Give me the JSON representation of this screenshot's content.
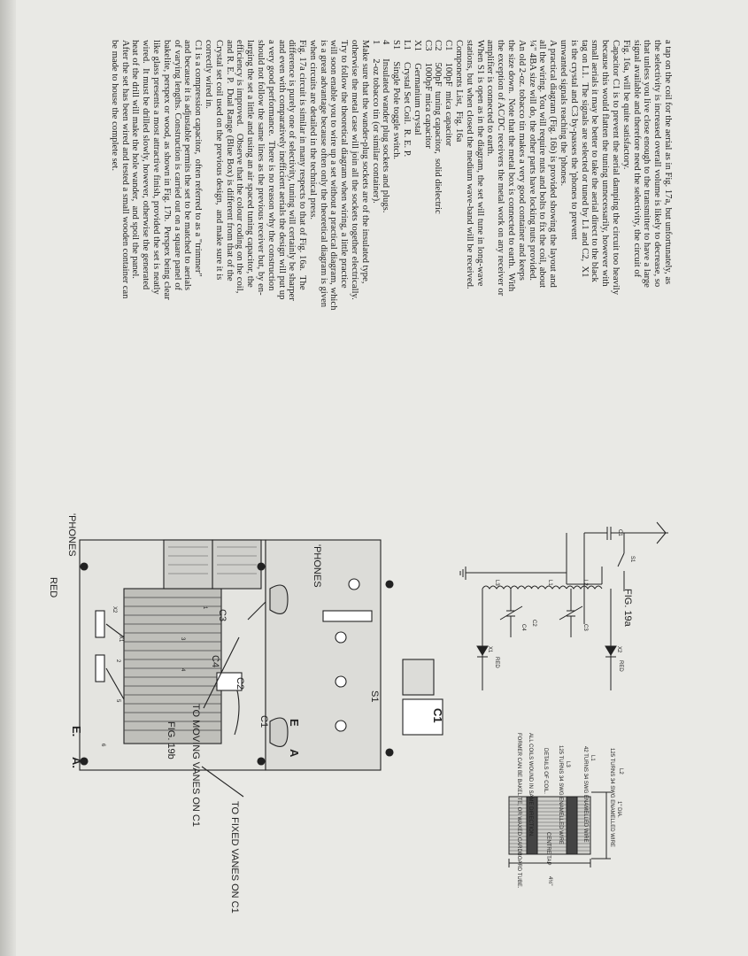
{
  "article": {
    "lines": [
      "a tap on the coil for the aerial as in Fig. 17a, but unfortunately, as",
      "the selectivity is increased overall volume is likely to decrease, so",
      "that unless you live close enough to the transmitter to have a large",
      "signal available and therefore need the selectivity, the circuit of",
      "Fig. 16a, will be quite satisfactory.",
      "Capacitor C1 is to prevent the aerial damping the circuit too heavily",
      "because this would flatten the tuning unnecessarily, however with",
      "small aerials it may be better to take the aerial direct to the black",
      "tag on L1.  The signals are selected or tuned by L1 and C2,  X1",
      "is the crystal and C3 by-passes the 'phones to prevent",
      "unwanted signals reaching the 'phones.",
      "A practical diagram (Fig. 16b) is provided showing the layout and",
      "all the wiring. You will require nuts and bolts to fix the coil, about",
      "¼\" 4BA size will do, the other parts have locking nuts provided.",
      "An old 2-oz. tobacco tin makes a very good container and keeps",
      "the size down.  Note that the metal box is connected to earth.  With",
      "the exception of AC/DC receivers the metal work on any receiver or",
      "amplifier is connected to earth.",
      "When S1 is open as in the diagram, the set will tune in long-wave",
      "stations, but when closed the medium wave-band will be received."
    ],
    "components_title": "Components List,  Fig. 16a",
    "components": [
      "C1     100pF  mica capacitor",
      "C2     500pF  tuning capacitor,  solid dielectric",
      "C3     1000pF mica capacitor",
      "X1     Germanium crystal",
      "L1     Crystal Set Coil.  R. E. P.",
      "S1     Single Pole toggle switch.",
      "4      Insulated wander plug sockets and plugs.",
      "1      2-oz tobacco tin (or similar container)."
    ],
    "lines2": [
      "Make sure that the wander-plug sockets are of the insulated type,",
      "otherwise the metal case will join all the sockets together electrically.",
      "Try to follow the theoretical diagram when wiring, a little practice",
      "will soon enable you to wire up a set without a practical diagram, which",
      "is a great advantage because often only the theoretical diagram is given",
      "when circuits are detailed in the technical press.",
      "Fig. 17a circuit is similar in many respects to that of Fig. 16a.  The",
      "difference is purely one of selectivity, tuning will certainly be sharper",
      "and even with comparatively inefficient aerials the design will put up",
      "a very good performance.  There is no reason why the construction",
      "should not follow the same lines as the previous receiver but, by en-",
      "larging the set a little and using an air spaced tuning capacitor, the",
      "efficiency is improved.   Observe that the colour coding on the coil,",
      "and R. E. P.  Dual Range (Blue Box) is different from that of the",
      "Crystal set coil used on the previous design,  and make sure it is",
      "correctly wired in.",
      "C1 is a compression capacitor,  often referred to as a \"trimmer\"",
      "and because it is adjustable permits the set to be matched to aerials",
      "of varying lengths. Construction is carried out on a square panel of",
      "bakelite, perspex or wood, as shown in Fig. 17b.  Perspex being clear",
      "like glass presents a most attractive finish, provided the set is neatly",
      "wired.  It must be drilled slowly, however, otherwise the generated",
      "heat of the drill will make the hole wander,  and spoil the panel.",
      "After the set has been wired and tested a small wooden container can",
      "be made to house the complete set."
    ]
  },
  "fig19a": {
    "title": "FIG. 19a",
    "labels": [
      "C1",
      "S1",
      "L1",
      "L2",
      "L3",
      "C2",
      "C3",
      "C4",
      "X1",
      "X2",
      "RED",
      "RED"
    ]
  },
  "coil_details": {
    "title": "DETAILS OF COIL.",
    "note1": "ALL COILS WOUND IN SAME DIRECTION.",
    "note2": "FORMER CAN BE BAKELITE, OR WAXED CARDBOARD TUBE.",
    "l2_label": "L2",
    "l2_turns": "125 TURNS 34 SWG ENAMELLED WIRE",
    "l1_label": "L1",
    "l1_turns": "42 TURNS 34 SWG ENAMELLED WIRE",
    "l3_label": "L3",
    "l3_turns": "125 TURNS 34 SWG ENAMELLED WIRE",
    "centre_tap": "CENTRE TAP",
    "dia": "1\" DIA.",
    "length": "4½\""
  },
  "fig19b": {
    "title": "FIG. 19b",
    "phones": "'PHONES",
    "phones2": "'PHONES",
    "red": "RED",
    "e": "E",
    "a": "A",
    "e2": "E.",
    "a2": "A.",
    "c1": "C1",
    "c1b": "C1",
    "c2": "C2",
    "c3": "C3",
    "c4": "C4",
    "x1": "X1",
    "x2": "X2",
    "s1": "S1",
    "moving": "TO MOVING VANES ON C1",
    "fixed": "TO FIXED VANES ON C1",
    "nums": [
      "1",
      "2",
      "3",
      "4",
      "5",
      "6"
    ]
  }
}
